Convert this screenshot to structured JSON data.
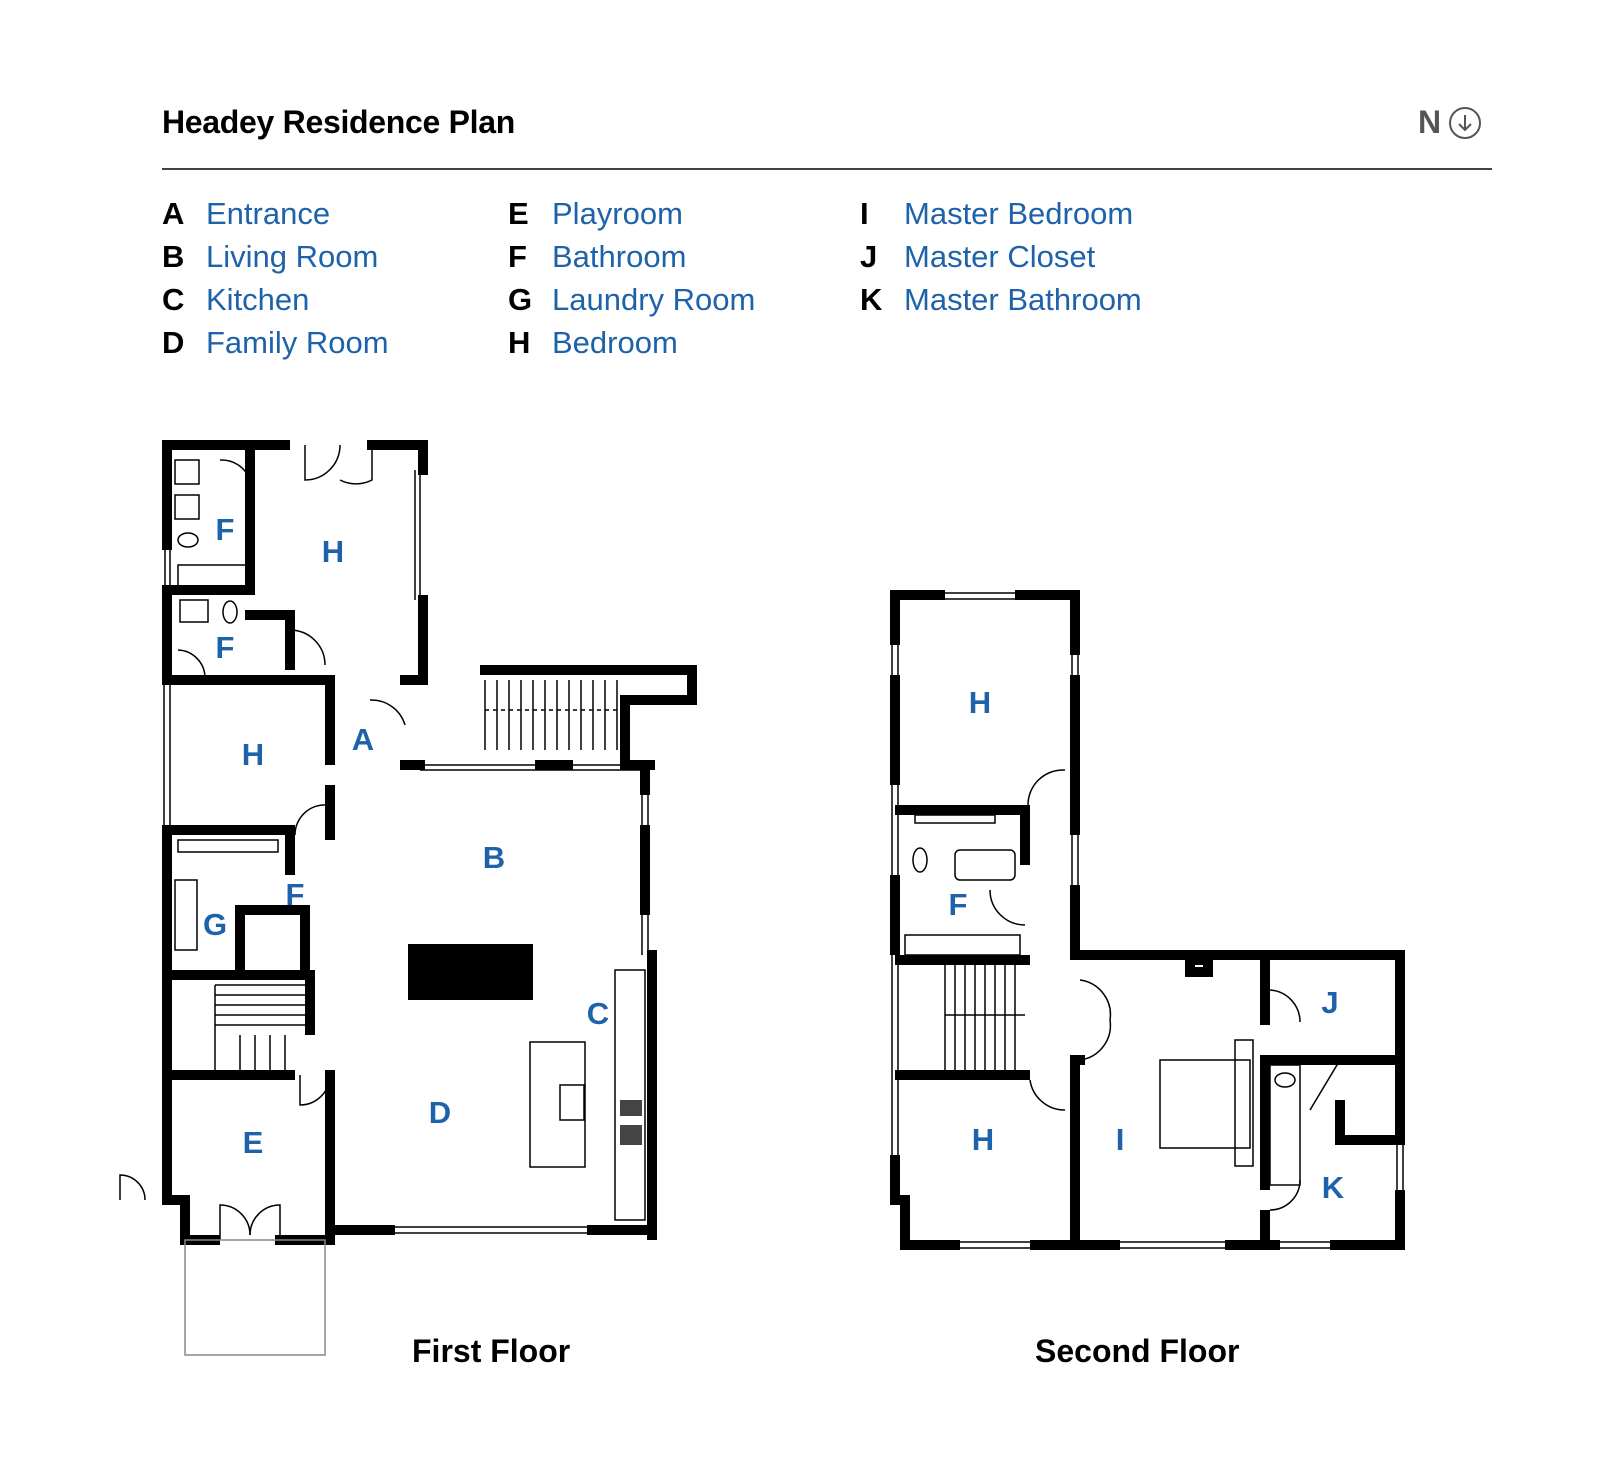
{
  "title": "Headey Residence Plan",
  "compass": {
    "letter": "N",
    "icon": "arrow-down-circle-icon"
  },
  "legend": [
    [
      {
        "key": "A",
        "label": "Entrance"
      },
      {
        "key": "B",
        "label": "Living Room"
      },
      {
        "key": "C",
        "label": "Kitchen"
      },
      {
        "key": "D",
        "label": "Family Room"
      }
    ],
    [
      {
        "key": "E",
        "label": "Playroom"
      },
      {
        "key": "F",
        "label": "Bathroom"
      },
      {
        "key": "G",
        "label": "Laundry Room"
      },
      {
        "key": "H",
        "label": "Bedroom"
      }
    ],
    [
      {
        "key": "I",
        "label": "Master Bedroom"
      },
      {
        "key": "J",
        "label": "Master Closet"
      },
      {
        "key": "K",
        "label": "Master Bathroom"
      }
    ]
  ],
  "first_floor": {
    "caption": "First Floor",
    "rooms": {
      "f_top": "F",
      "h_top": "H",
      "f_mid": "F",
      "h_mid": "H",
      "a": "A",
      "b": "B",
      "f_low": "F",
      "g": "G",
      "c": "C",
      "d": "D",
      "e": "E"
    }
  },
  "second_floor": {
    "caption": "Second Floor",
    "rooms": {
      "h_top": "H",
      "f": "F",
      "j": "J",
      "i": "I",
      "h_bottom": "H",
      "k": "K"
    }
  },
  "colors": {
    "accent": "#1e62aa",
    "walls": "#000000"
  }
}
